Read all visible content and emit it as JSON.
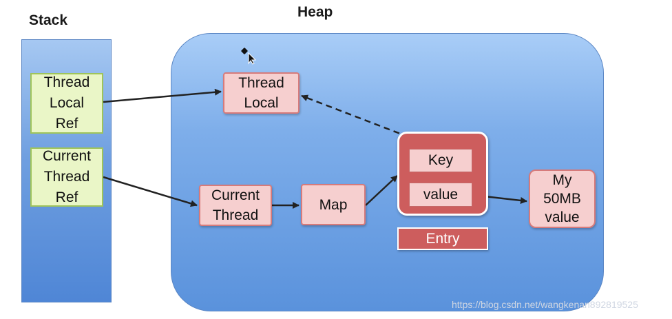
{
  "titles": {
    "stack": "Stack",
    "heap": "Heap"
  },
  "stack": {
    "thread_local_ref": [
      "Thread",
      "Local",
      "Ref"
    ],
    "current_thread_ref": [
      "Current",
      "Thread",
      "Ref"
    ]
  },
  "heap": {
    "thread_local": [
      "Thread",
      "Local"
    ],
    "current_thread": [
      "Current",
      "Thread"
    ],
    "map": "Map",
    "entry": {
      "key": "Key",
      "value": "value",
      "label": "Entry"
    },
    "my_50mb_value": [
      "My",
      "50MB",
      "value"
    ]
  },
  "icons": {
    "cursor": "move-cursor-icon"
  },
  "watermark": "https://blog.csdn.net/wangkenan892819525",
  "colors": {
    "stack_fill": "#6f9fe0",
    "heap_fill": "#7eaeea",
    "ref_box_fill": "#eaf6c7",
    "object_box_fill": "#f6cfcf",
    "entry_fill": "#cd5d5d",
    "arrow": "#222222"
  }
}
